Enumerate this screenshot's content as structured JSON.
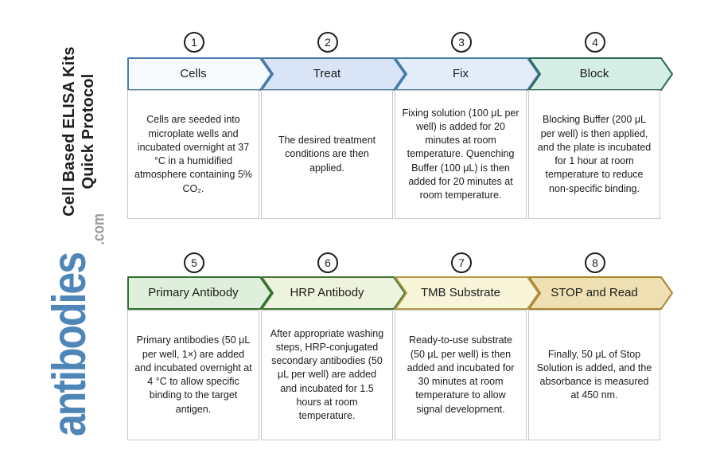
{
  "sidebar": {
    "title_line1": "Cell Based ELISA Kits",
    "title_line2": "Quick Protocol",
    "logo_text": "antibodies",
    "logo_suffix": ".com",
    "logo_color": "#4f86b8",
    "logo_suffix_color": "#9b9b9b"
  },
  "steps": [
    {
      "number": "1",
      "label": "Cells",
      "description": "Cells are seeded into microplate wells and incubated overnight at 37 °C in a humidified atmosphere containing 5% CO₂.",
      "fill": "#f6fafd",
      "border": "#4a7ca9"
    },
    {
      "number": "2",
      "label": "Treat",
      "description": "The desired treatment conditions are then applied.",
      "fill": "#dae4f7",
      "border": "#4a7ca9"
    },
    {
      "number": "3",
      "label": "Fix",
      "description": "Fixing solution (100 μL per well) is added for 20 minutes at room temperature. Quenching Buffer (100 μL) is then added for 20 minutes at room temperature.",
      "fill": "#e3ecf9",
      "border": "#4a7ca9"
    },
    {
      "number": "4",
      "label": "Block",
      "description": "Blocking Buffer (200 μL per well) is then applied, and the plate is incubated for 1 hour at room temperature to reduce non-specific binding.",
      "fill": "#d6efe6",
      "border": "#2e675c"
    },
    {
      "number": "5",
      "label": "Primary Antibody",
      "description": "Primary antibodies (50 μL per well, 1×) are added and incubated overnight at 4 °C to allow specific binding to the target antigen.",
      "fill": "#def0db",
      "border": "#35702f"
    },
    {
      "number": "6",
      "label": "HRP Antibody",
      "description": "After appropriate washing steps, HRP-conjugated secondary antibodies (50 μL per well) are added and incubated for 1.5 hours at room temperature.",
      "fill": "#edf3dc",
      "border": "#41753a"
    },
    {
      "number": "7",
      "label": "TMB Substrate",
      "description": "Ready-to-use substrate (50 μL per well) is then added and incubated for 30 minutes at room temperature to allow signal development.",
      "fill": "#f9f5d9",
      "border": "#b6984b"
    },
    {
      "number": "8",
      "label": "STOP and Read",
      "description": "Finally, 50 μL of Stop Solution is added, and the absorbance is measured at 450 nm.",
      "fill": "#eee0b2",
      "border": "#a9862e"
    }
  ]
}
